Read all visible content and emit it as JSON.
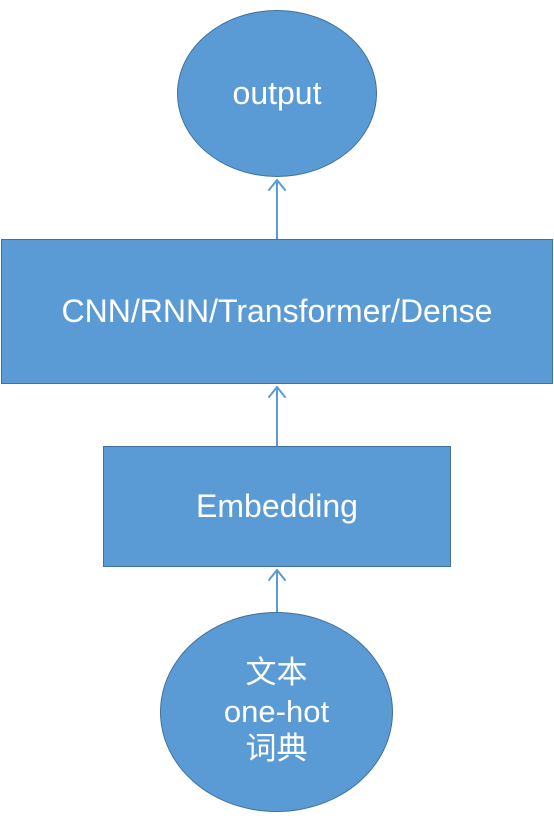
{
  "diagram": {
    "nodes": {
      "output": {
        "label": "output"
      },
      "model": {
        "label": "CNN/RNN/Transformer/Dense"
      },
      "embedding": {
        "label": "Embedding"
      },
      "input": {
        "lines": [
          "文本",
          "one-hot",
          "词典"
        ]
      }
    },
    "edges": [
      {
        "from": "input",
        "to": "embedding"
      },
      {
        "from": "embedding",
        "to": "model"
      },
      {
        "from": "model",
        "to": "output"
      }
    ],
    "colors": {
      "fill": "#5b9bd5",
      "stroke": "#41719c",
      "text": "#ffffff",
      "arrow": "#5b9bd5"
    }
  }
}
